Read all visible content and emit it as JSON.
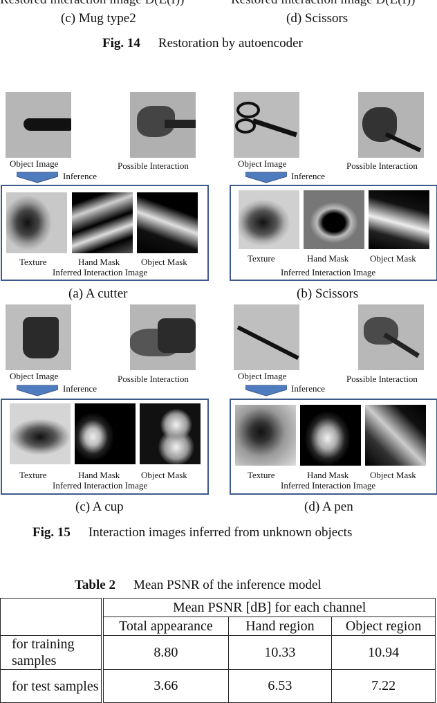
{
  "top": {
    "clipped_text_left": "Restored interaction image D(E(I))",
    "clipped_text_right": "Restored interaction image D(E(I))",
    "sub_c": "(c) Mug type2",
    "sub_d": "(d) Scissors",
    "fig14_num": "Fig. 14",
    "fig14_title": "Restoration by autoencoder"
  },
  "labels": {
    "object_image": "Object Image",
    "possible_interaction": "Possible Interaction",
    "inference": "Inference",
    "texture": "Texture",
    "hand_mask": "Hand Mask",
    "object_mask": "Object Mask",
    "inferred": "Inferred Interaction Image"
  },
  "panels": {
    "a": "(a) A cutter",
    "b": "(b) Scissors",
    "c": "(c) A cup",
    "d": "(d) A pen"
  },
  "fig15": {
    "num": "Fig. 15",
    "title": "Interaction images inferred from unknown objects"
  },
  "table": {
    "num": "Table 2",
    "title": "Mean PSNR of the inference model",
    "group_header": "Mean PSNR [dB] for each channel",
    "columns": [
      "Total appearance",
      "Hand region",
      "Object region"
    ],
    "rows": [
      {
        "label": "for training samples",
        "values": [
          "8.80",
          "10.33",
          "10.94"
        ]
      },
      {
        "label": "for test samples",
        "values": [
          "3.66",
          "6.53",
          "7.22"
        ]
      }
    ]
  }
}
